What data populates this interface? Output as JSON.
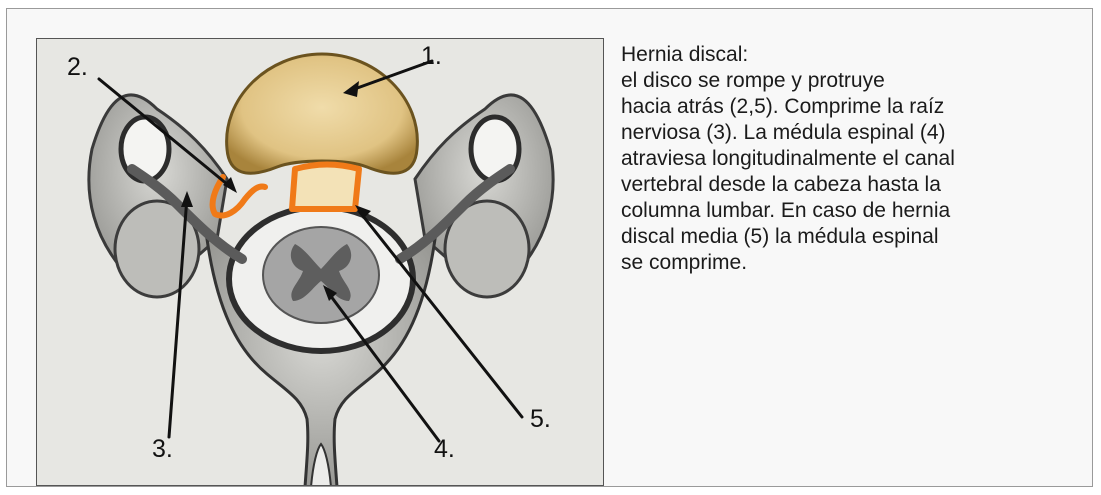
{
  "figure": {
    "labels": {
      "l1": "1.",
      "l2": "2.",
      "l3": "3.",
      "l4": "4.",
      "l5": "5."
    },
    "colors": {
      "disc": "#e4c98a",
      "herniation_outline": "#f07a18",
      "bone": "#c8c8c4",
      "spinal_cord": "#a5a5a5"
    }
  },
  "description": {
    "title": "Hernia discal:",
    "lines": [
      "el disco se rompe y protruye",
      "hacia atrás (2,5). Comprime la raíz",
      "nerviosa (3). La médula espinal (4)",
      "atraviesa longitudinalmente el canal",
      "vertebral desde la cabeza hasta la",
      "columna lumbar. En caso de hernia",
      "discal media (5) la médula espinal",
      "se comprime."
    ]
  }
}
